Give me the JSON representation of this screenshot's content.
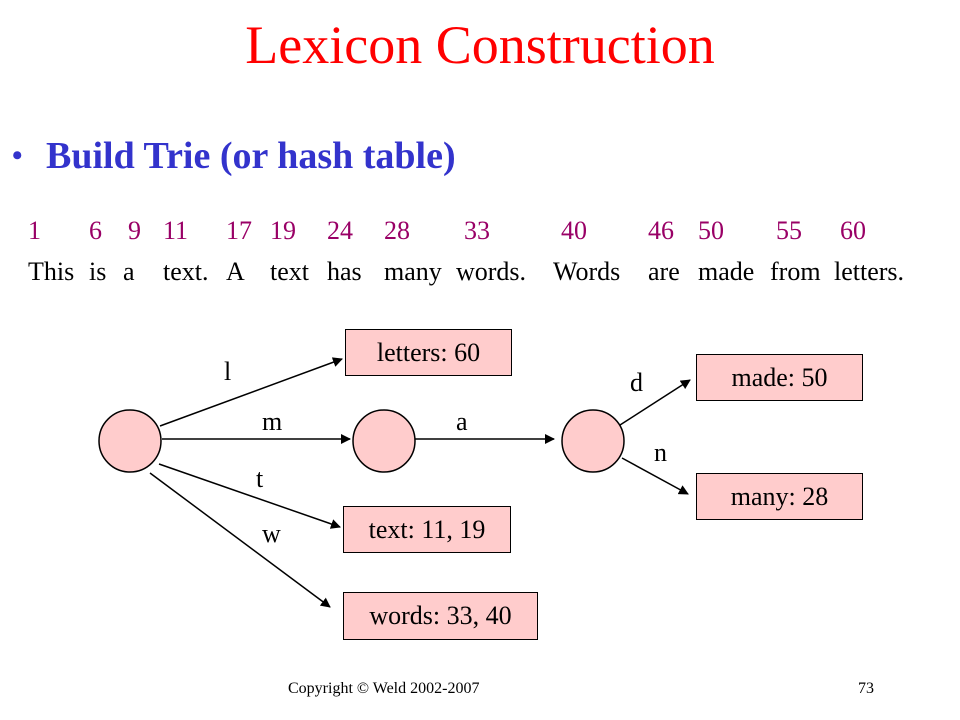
{
  "title": "Lexicon Construction",
  "bullet": "Build Trie (or hash table)",
  "positions": [
    "1",
    "6",
    "9",
    "11",
    "17",
    "19",
    "24",
    "28",
    "33",
    "40",
    "46",
    "50",
    "55",
    "60"
  ],
  "sentence": [
    "This",
    "is",
    "a",
    "text.",
    "A",
    "text",
    "has",
    "many",
    "words.",
    "Words",
    "are",
    "made",
    "from",
    "letters."
  ],
  "trie": {
    "edges": {
      "l": "l",
      "m": "m",
      "t": "t",
      "w": "w",
      "a": "a",
      "d": "d",
      "n": "n"
    },
    "leaves": {
      "letters": "letters: 60",
      "text": "text: 11, 19",
      "words": "words: 33, 40",
      "made": "made: 50",
      "many": "many: 28"
    }
  },
  "colors": {
    "title": "#ff0000",
    "bullet": "#3333cc",
    "positions": "#990066",
    "node_fill": "#ffcccc"
  },
  "footer": {
    "copyright": "Copyright © Weld 2002-2007",
    "page_number": "73"
  }
}
